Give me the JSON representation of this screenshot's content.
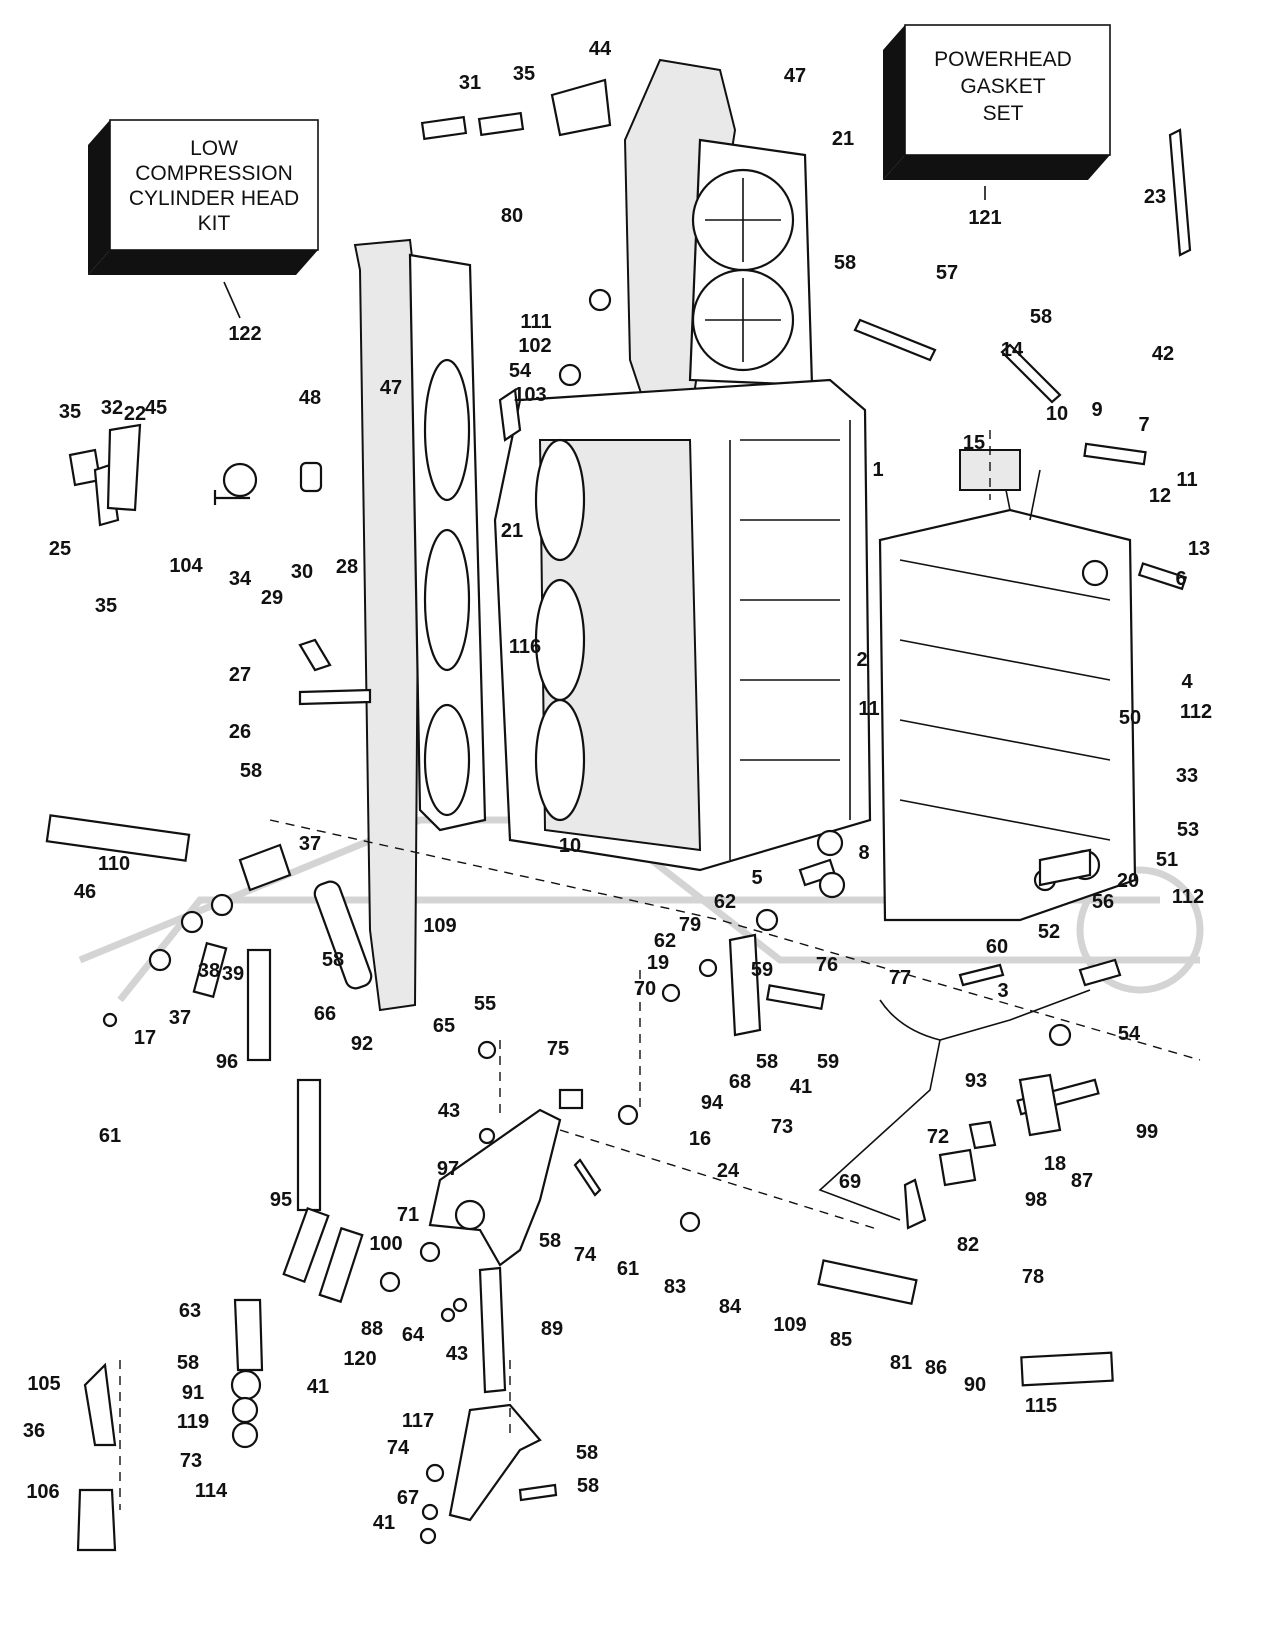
{
  "kits": {
    "low_compression": {
      "lines": [
        "LOW",
        "COMPRESSION",
        "CYLINDER HEAD",
        "KIT"
      ],
      "number": "122"
    },
    "powerhead_gasket": {
      "lines": [
        "POWERHEAD",
        "GASKET",
        "SET"
      ],
      "number": "121"
    }
  },
  "callouts": [
    "44",
    "31",
    "35",
    "47",
    "21",
    "80",
    "23",
    "58",
    "57",
    "111",
    "102",
    "58",
    "42",
    "54",
    "14",
    "103",
    "35",
    "32",
    "45",
    "48",
    "47",
    "10",
    "9",
    "7",
    "15",
    "1",
    "11",
    "12",
    "25",
    "104",
    "34",
    "29",
    "30",
    "28",
    "21",
    "13",
    "35",
    "6",
    "116",
    "2",
    "27",
    "4",
    "50",
    "112",
    "11",
    "26",
    "22",
    "33",
    "58",
    "10",
    "53",
    "37",
    "8",
    "51",
    "110",
    "46",
    "20",
    "5",
    "62",
    "56",
    "112",
    "109",
    "52",
    "39",
    "38",
    "58",
    "79",
    "62",
    "60",
    "17",
    "37",
    "19",
    "76",
    "59",
    "77",
    "3",
    "70",
    "66",
    "55",
    "65",
    "92",
    "54",
    "96",
    "58",
    "59",
    "68",
    "41",
    "75",
    "93",
    "94",
    "43",
    "73",
    "72",
    "99",
    "16",
    "61",
    "18",
    "24",
    "87",
    "97",
    "69",
    "98",
    "95",
    "58",
    "74",
    "71",
    "61",
    "83",
    "84",
    "82",
    "100",
    "78",
    "88",
    "63",
    "120",
    "109",
    "85",
    "81",
    "86",
    "90",
    "89",
    "64",
    "43",
    "41",
    "58",
    "105",
    "115",
    "91",
    "119",
    "117",
    "36",
    "58",
    "74",
    "73",
    "106",
    "114",
    "58",
    "67",
    "41",
    "43"
  ],
  "icons": [
    "cylinder-block",
    "cylinder-head",
    "head-gasket",
    "intake-manifold",
    "throttle-lever",
    "fuel-hose"
  ]
}
